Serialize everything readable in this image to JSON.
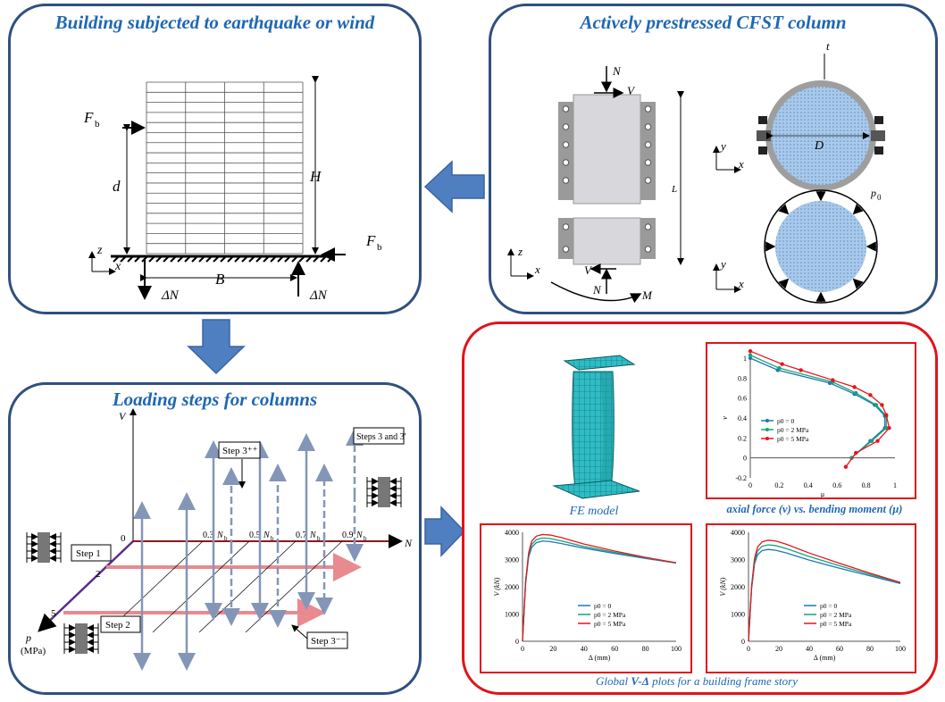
{
  "panels": {
    "building": {
      "title": "Building subjected to earthquake or wind"
    },
    "column": {
      "title": "Actively  prestressed CFST column"
    },
    "loading": {
      "title": "Loading steps for columns"
    }
  },
  "building_labels": {
    "Fb_left": "F",
    "Fb_right": "F",
    "b": "b",
    "d": "d",
    "H": "H",
    "B": "B",
    "dN": "ΔN",
    "z": "z",
    "x": "x"
  },
  "column_labels": {
    "N": "N",
    "V": "V",
    "L": "L",
    "M": "M",
    "t": "t",
    "D": "D",
    "p0": "p",
    "p0sub": "0",
    "x": "x",
    "y": "y",
    "z": "z"
  },
  "loading_labels": {
    "V": "V",
    "N": "N",
    "p": "p",
    "MPa": "(MPa)",
    "zero": "0",
    "two": "2",
    "five": "5",
    "t03": "0.3",
    "t05": "0.5",
    "t07": "0.7",
    "t09": "0.9",
    "Nb": "N",
    "Nbsub": "b",
    "step1": "Step 1",
    "step2": "Step 2",
    "step3pp": "Step 3⁺⁺",
    "step3mm": "Step 3⁻⁻",
    "steps33": "Steps 3 and 3′"
  },
  "results": {
    "fe_caption": "FE model",
    "nm_caption_pre": "axial force (",
    "nm_nu": "ν",
    "nm_caption_mid": ") vs. bending moment (",
    "nm_mu": "μ",
    "nm_caption_post": ")",
    "vd_caption_pre": "Global ",
    "vd_caption_V": "V-",
    "vd_caption_delta": "Δ",
    "vd_caption_post": " plots for a building frame story"
  },
  "colors": {
    "frame_blue": "#2f5080",
    "title_blue": "#1f67b3",
    "result_red": "#e0141a",
    "arrow_blue": "#4f7fc0",
    "p0_0": "#1f77b4",
    "p0_2": "#13a37b",
    "p0_5": "#e8141a"
  },
  "chart_data": [
    {
      "type": "line",
      "xlabel": "μ",
      "ylabel": "ν",
      "xlim": [
        0,
        1
      ],
      "ylim": [
        -0.2,
        1
      ],
      "xticks": [
        "0",
        "0.2",
        "0.4",
        "0.6",
        "0.8",
        "1"
      ],
      "yticks": [
        "-0.2",
        "0",
        "0.2",
        "0.4",
        "0.6",
        "0.8",
        "1"
      ],
      "legend": "center-left",
      "series": [
        {
          "name": "p0 = 0",
          "color": "#1f77b4",
          "x": [
            0.0,
            0.19,
            0.55,
            0.72,
            0.86,
            0.93,
            0.93,
            0.83,
            0.7
          ],
          "y": [
            1.0,
            0.88,
            0.75,
            0.64,
            0.53,
            0.42,
            0.3,
            0.17,
            0.0
          ]
        },
        {
          "name": "p0 = 2 MPa",
          "color": "#13a37b",
          "x": [
            0.0,
            0.2,
            0.57,
            0.73,
            0.87,
            0.94,
            0.94,
            0.84,
            0.7
          ],
          "y": [
            1.03,
            0.9,
            0.76,
            0.65,
            0.53,
            0.42,
            0.3,
            0.17,
            0.0
          ]
        },
        {
          "name": "p0 = 5 MPa",
          "color": "#e8141a",
          "x": [
            0.0,
            0.22,
            0.35,
            0.57,
            0.72,
            0.83,
            0.91,
            0.94,
            0.96,
            0.88,
            0.73,
            0.66
          ],
          "y": [
            1.07,
            0.94,
            0.88,
            0.78,
            0.71,
            0.63,
            0.53,
            0.43,
            0.3,
            0.17,
            0.05,
            -0.09
          ]
        }
      ]
    },
    {
      "type": "line",
      "xlabel": "Δ (mm)",
      "ylabel": "V (kN)",
      "xlim": [
        0,
        100
      ],
      "ylim": [
        0,
        4000
      ],
      "xticks": [
        "0",
        "20",
        "40",
        "60",
        "80",
        "100"
      ],
      "yticks": [
        "0",
        "1000",
        "2000",
        "3000",
        "4000"
      ],
      "legend": "center-right",
      "series": [
        {
          "name": "p0 = 0",
          "color": "#1f77b4",
          "x": [
            0,
            2,
            4,
            6,
            9,
            13,
            18,
            25,
            40,
            60,
            80,
            100
          ],
          "y": [
            0,
            2100,
            3100,
            3450,
            3620,
            3680,
            3660,
            3590,
            3420,
            3220,
            3040,
            2870
          ]
        },
        {
          "name": "p0 = 2 MPa",
          "color": "#13a37b",
          "x": [
            0,
            2,
            4,
            6,
            9,
            13,
            18,
            25,
            40,
            60,
            80,
            100
          ],
          "y": [
            0,
            2150,
            3180,
            3560,
            3730,
            3790,
            3770,
            3690,
            3480,
            3260,
            3060,
            2880
          ]
        },
        {
          "name": "p0 = 5 MPa",
          "color": "#e8141a",
          "x": [
            0,
            2,
            4,
            6,
            9,
            13,
            18,
            25,
            40,
            60,
            80,
            100
          ],
          "y": [
            0,
            2200,
            3250,
            3680,
            3860,
            3920,
            3900,
            3810,
            3570,
            3310,
            3080,
            2880
          ]
        }
      ]
    },
    {
      "type": "line",
      "xlabel": "Δ (mm)",
      "ylabel": "V (kN)",
      "xlim": [
        0,
        100
      ],
      "ylim": [
        0,
        4000
      ],
      "xticks": [
        "0",
        "20",
        "40",
        "60",
        "80",
        "100"
      ],
      "yticks": [
        "0",
        "1000",
        "2000",
        "3000",
        "4000"
      ],
      "legend": "center-right",
      "series": [
        {
          "name": "p0 = 0",
          "color": "#1f77b4",
          "x": [
            0,
            2,
            4,
            6,
            9,
            13,
            18,
            25,
            40,
            60,
            80,
            100
          ],
          "y": [
            0,
            1900,
            2850,
            3180,
            3330,
            3370,
            3340,
            3240,
            2980,
            2680,
            2400,
            2120
          ]
        },
        {
          "name": "p0 = 2 MPa",
          "color": "#13a37b",
          "x": [
            0,
            2,
            4,
            6,
            9,
            13,
            18,
            25,
            40,
            60,
            80,
            100
          ],
          "y": [
            0,
            1950,
            2950,
            3320,
            3490,
            3540,
            3510,
            3400,
            3110,
            2770,
            2450,
            2150
          ]
        },
        {
          "name": "p0 = 5 MPa",
          "color": "#e8141a",
          "x": [
            0,
            2,
            4,
            6,
            9,
            13,
            18,
            25,
            40,
            60,
            80,
            100
          ],
          "y": [
            0,
            2000,
            3050,
            3460,
            3650,
            3710,
            3680,
            3560,
            3240,
            2860,
            2500,
            2160
          ]
        }
      ]
    }
  ]
}
